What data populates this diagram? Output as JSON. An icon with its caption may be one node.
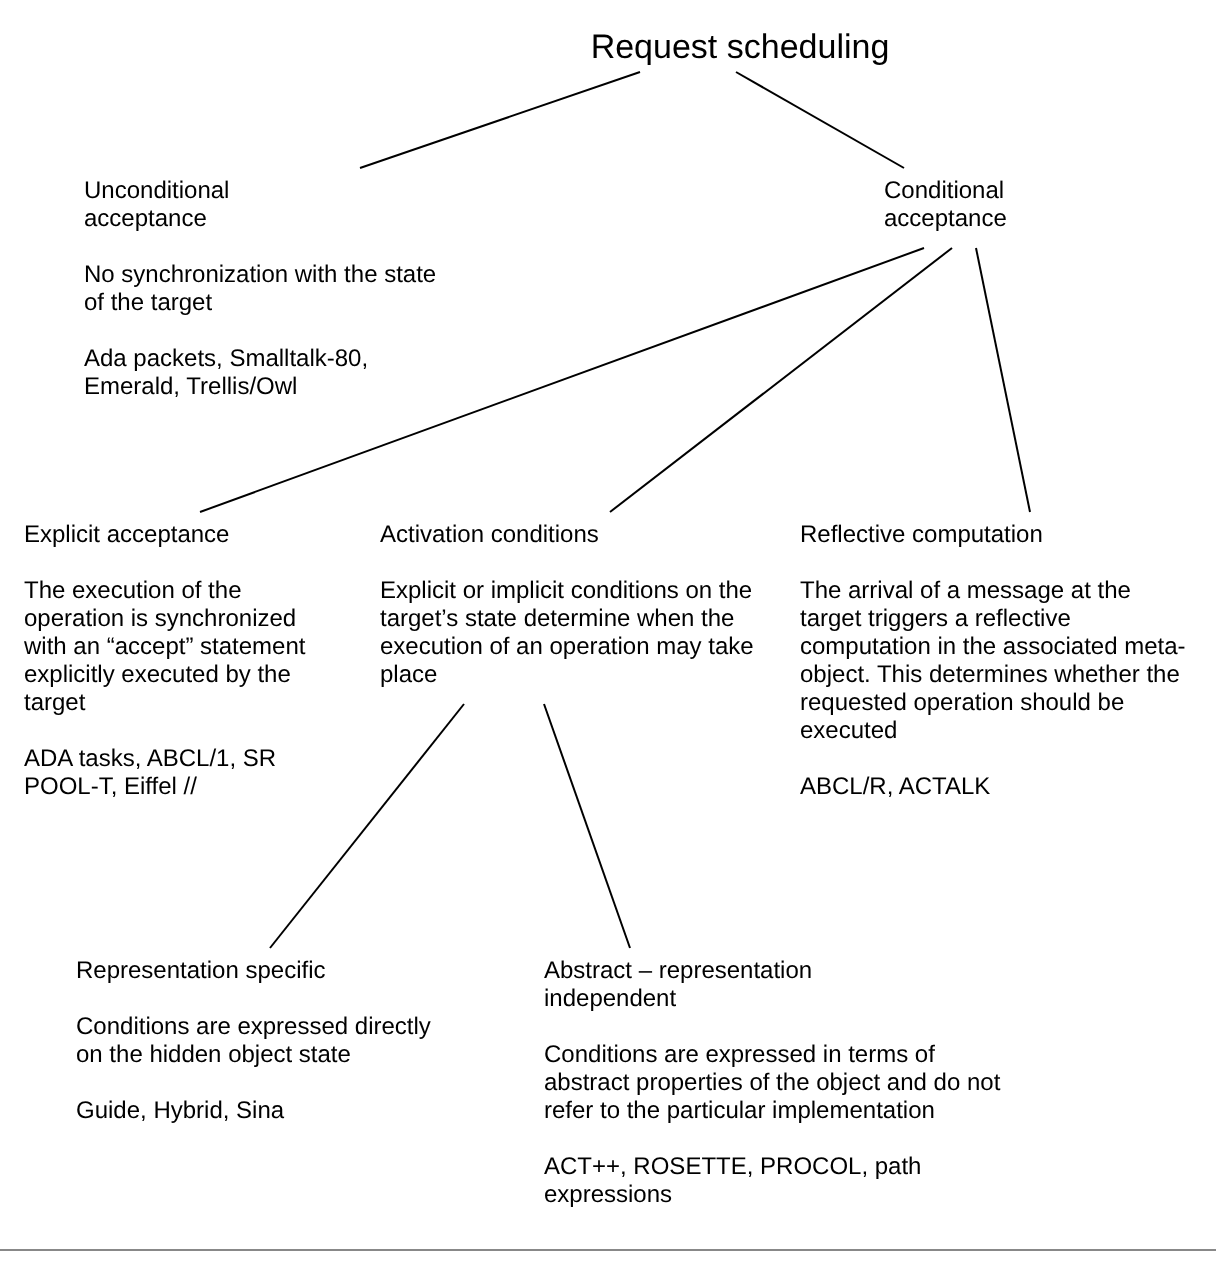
{
  "diagram": {
    "nodes": [
      {
        "text": [
          "Request scheduling"
        ]
      },
      {
        "text": [
          "Unconditional acceptance",
          "No synchronization with the state of the target",
          "Ada packets, Smalltalk-80, Emerald, Trellis/Owl"
        ]
      },
      {
        "text": [
          "Conditional acceptance"
        ]
      },
      {
        "text": [
          "Explicit acceptance",
          "The execution of the operation is synchronized with an “accept” statement explicitly executed by the target",
          "ADA tasks, ABCL/1, SR POOL-T, Eiffel //"
        ]
      },
      {
        "text": [
          "Activation conditions",
          "Explicit or implicit conditions on the target’s state determine when the execution of an operation may take place"
        ]
      },
      {
        "text": [
          "Reflective computation",
          "The arrival of a message at the target triggers a reflective computation in the associated meta-object. This determines whether the requested operation should be executed",
          "ABCL/R, ACTALK"
        ]
      },
      {
        "text": [
          "Representation specific",
          "Conditions are expressed directly on the hidden object state",
          "Guide, Hybrid, Sina"
        ]
      },
      {
        "text": [
          "Abstract – representation independent",
          "Conditions are expressed in terms of abstract properties of the object and do not refer to the particular implementation",
          "ACT++, ROSETTE, PROCOL, path expressions"
        ]
      }
    ],
    "edges": [
      {
        "from": 0,
        "to": 1,
        "arrow": "none"
      },
      {
        "from": 0,
        "to": 2,
        "arrow": "none"
      },
      {
        "from": 2,
        "to": 3,
        "arrow": "none"
      },
      {
        "from": 2,
        "to": 4,
        "arrow": "none"
      },
      {
        "from": 2,
        "to": 5,
        "arrow": "none"
      },
      {
        "from": 4,
        "to": 6,
        "arrow": "none"
      },
      {
        "from": 4,
        "to": 7,
        "arrow": "none"
      }
    ]
  }
}
